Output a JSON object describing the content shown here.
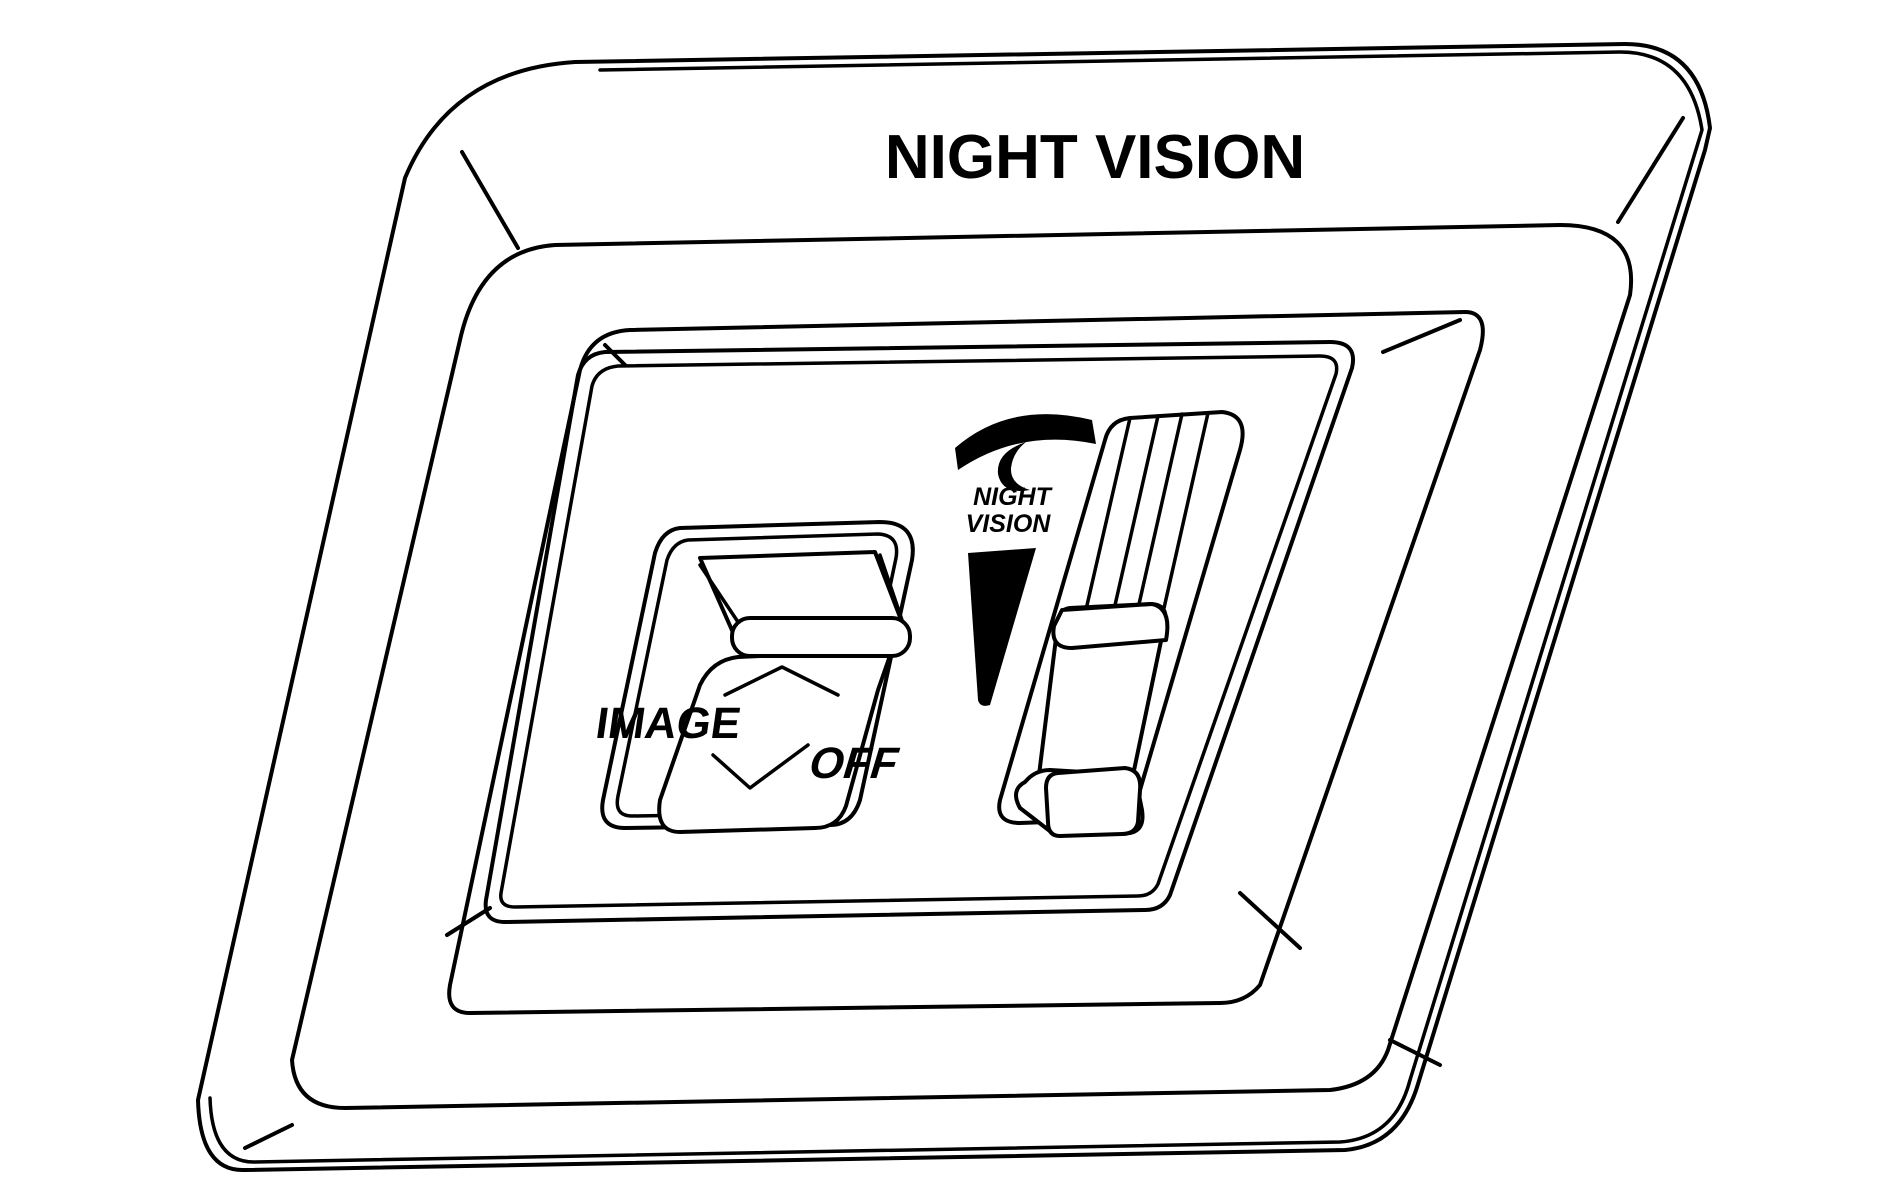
{
  "panel": {
    "title": "NIGHT VISION"
  },
  "image_button": {
    "label": "IMAGE"
  },
  "switch": {
    "on_label_line1": "NIGHT",
    "on_label_line2": "VISION",
    "off_label": "OFF"
  },
  "icons": {
    "moon": "crescent-moon-icon",
    "arrow": "wedge-indicator-icon"
  },
  "colors": {
    "line": "#000000",
    "background": "#ffffff"
  }
}
